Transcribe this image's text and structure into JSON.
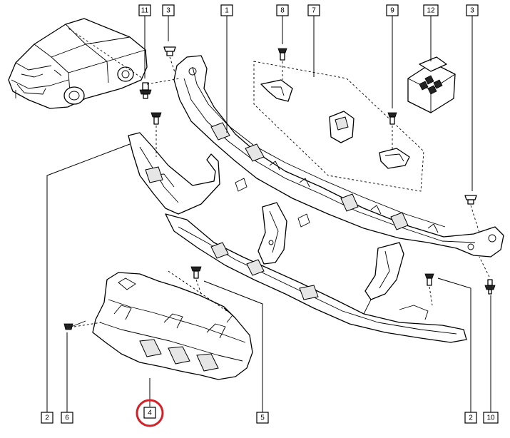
{
  "diagram": {
    "callouts": {
      "c11": "11",
      "c3a": "3",
      "c1": "1",
      "c8": "8",
      "c7": "7",
      "c9": "9",
      "c12": "12",
      "c3b": "3",
      "c2a": "2",
      "c6": "6",
      "c4": "4",
      "c5": "5",
      "c2b": "2",
      "c10": "10"
    },
    "highlight_color": "#d42027"
  }
}
